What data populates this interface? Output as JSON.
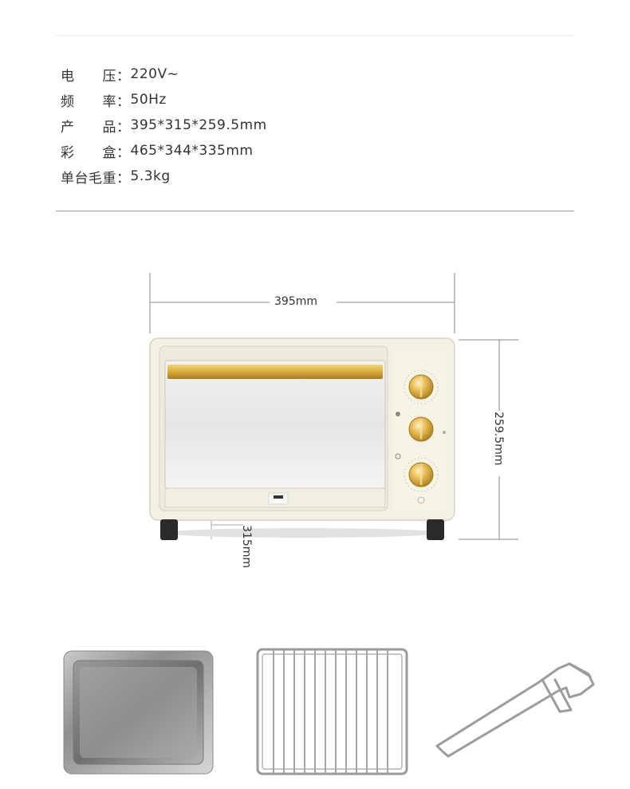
{
  "specs": [
    {
      "label": "电　　压",
      "sep": "：",
      "value": "220V~"
    },
    {
      "label": "频　　率",
      "sep": "：",
      "value": "50Hz"
    },
    {
      "label": "产　　品",
      "sep": "：",
      "value": "395*315*259.5mm"
    },
    {
      "label": "彩　　盒",
      "sep": "：",
      "value": "465*344*335mm"
    },
    {
      "label": "单台毛重",
      "sep": "：",
      "value": "5.3kg"
    }
  ],
  "dimensions": {
    "width": "395mm",
    "height": "259.5mm",
    "depth": "315mm"
  },
  "colors": {
    "oven_body": "#f4f1e4",
    "accent_gold": "#d9ad3a",
    "feet": "#2a2a2a"
  },
  "accessories": [
    "baking-tray",
    "wire-rack",
    "tray-handle"
  ]
}
